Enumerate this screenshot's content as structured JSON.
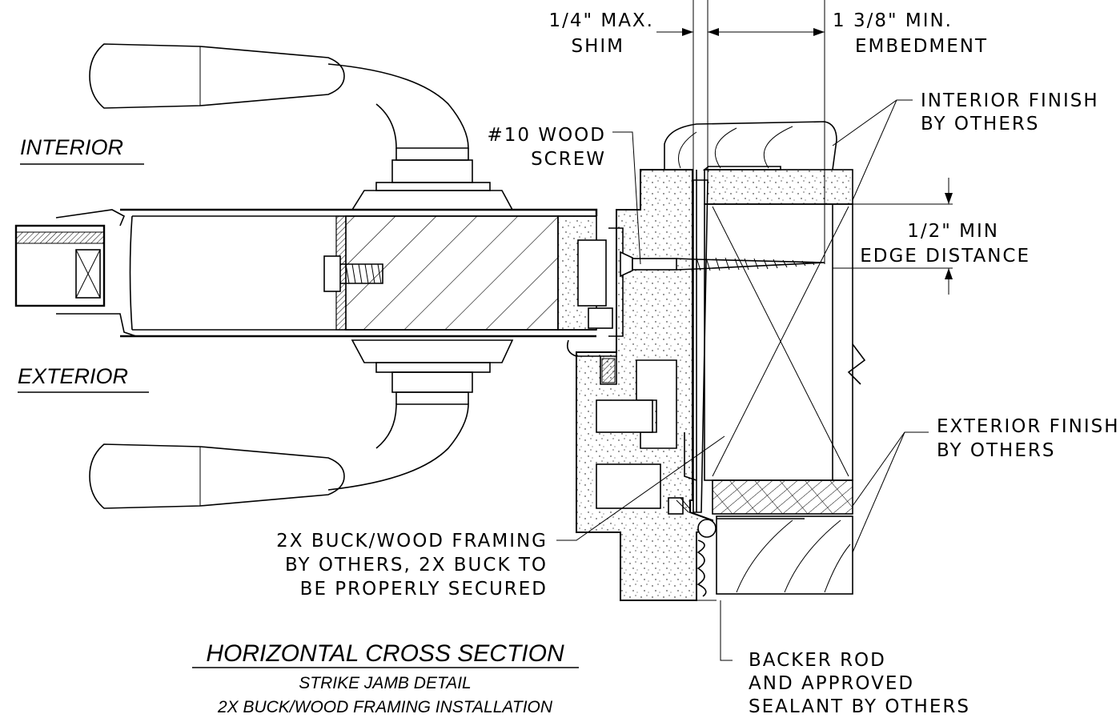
{
  "sides": {
    "interior": "INTERIOR",
    "exterior": "EXTERIOR"
  },
  "callouts": {
    "shim": [
      "1/4\" MAX.",
      "SHIM"
    ],
    "embedment": [
      "1 3/8\" MIN.",
      "EMBEDMENT"
    ],
    "interior_finish": [
      "INTERIOR FINISH",
      "BY OTHERS"
    ],
    "screw": [
      "#10 WOOD",
      "SCREW"
    ],
    "edge_distance": [
      "1/2\" MIN",
      "EDGE DISTANCE"
    ],
    "exterior_finish": [
      "EXTERIOR FINISH",
      "BY OTHERS"
    ],
    "framing": [
      "2X BUCK/WOOD FRAMING",
      "BY OTHERS, 2X BUCK TO",
      "BE PROPERLY SECURED"
    ],
    "backer_rod": [
      "BACKER ROD",
      "AND APPROVED",
      "SEALANT BY OTHERS"
    ]
  },
  "title": {
    "main": "HORIZONTAL CROSS SECTION",
    "line2": "STRIKE JAMB DETAIL",
    "line3": "2X BUCK/WOOD FRAMING INSTALLATION"
  }
}
